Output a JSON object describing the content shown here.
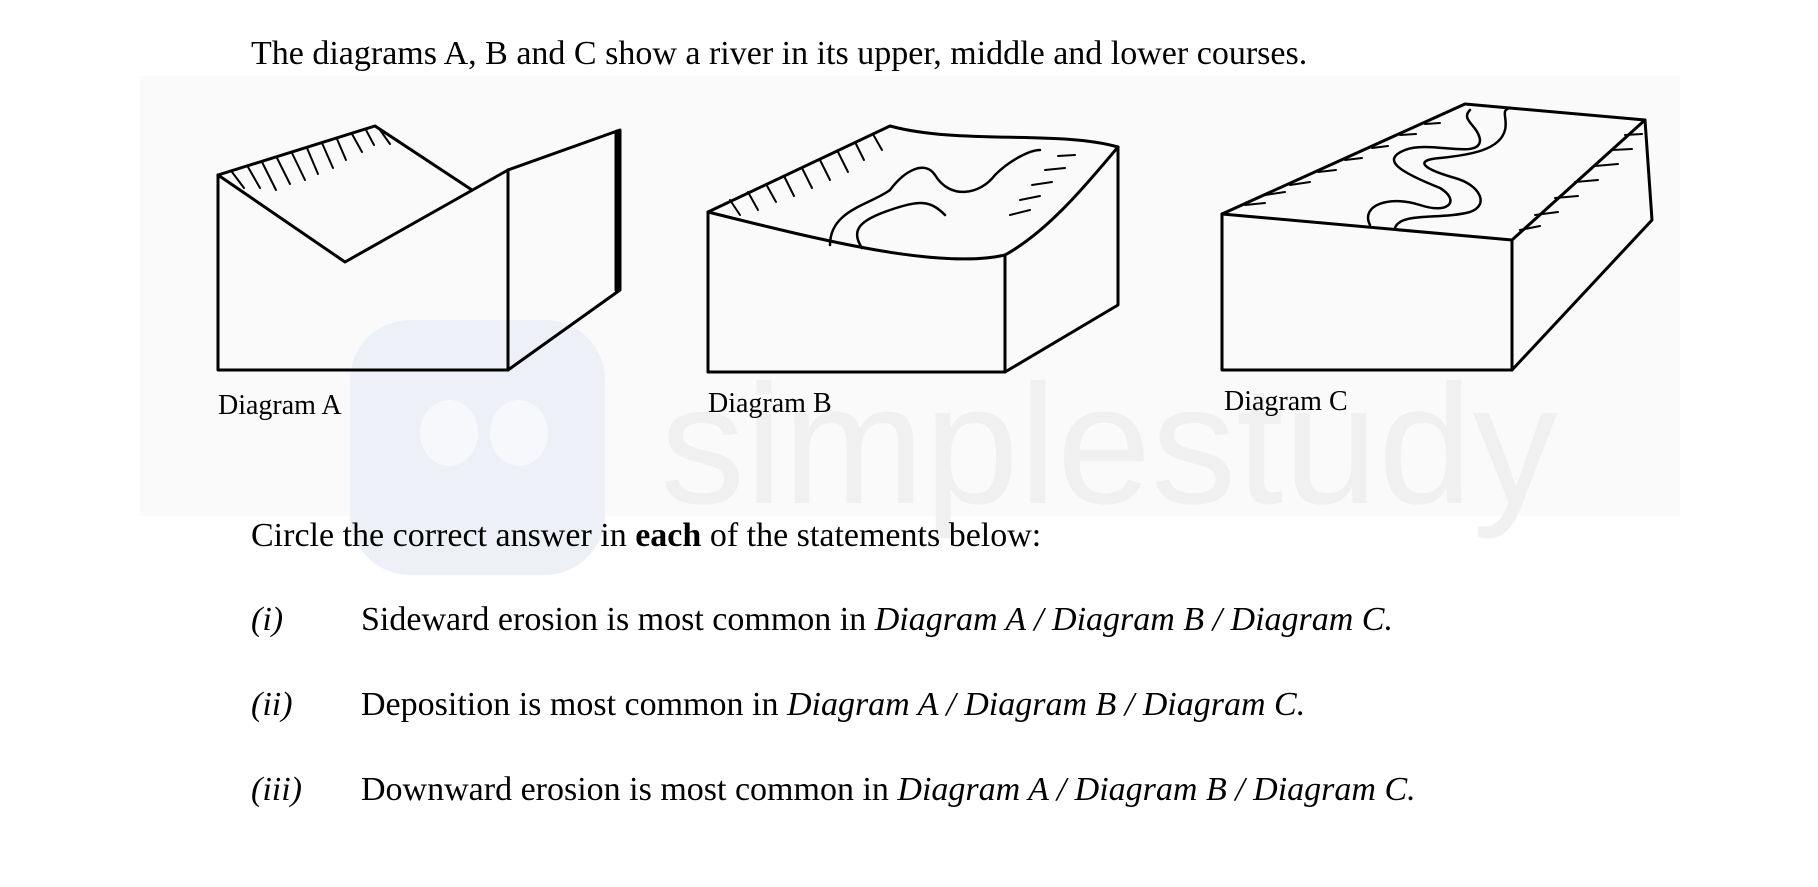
{
  "intro": "The diagrams A, B and C show a river in its upper, middle and lower courses.",
  "watermark": {
    "text": "simplestudy"
  },
  "diagrams": [
    {
      "label": "Diagram A"
    },
    {
      "label": "Diagram B"
    },
    {
      "label": "Diagram C"
    }
  ],
  "instruction": {
    "before": "Circle the correct answer in ",
    "bold": "each",
    "after": " of the statements below:"
  },
  "questions": [
    {
      "num": "(i)",
      "text": "Sideward erosion is most common in ",
      "options": "Diagram A / Diagram B / Diagram C."
    },
    {
      "num": "(ii)",
      "text": "Deposition is most common in ",
      "options": "Diagram A / Diagram B / Diagram C."
    },
    {
      "num": "(iii)",
      "text": "Downward erosion is most common in ",
      "options": "Diagram A / Diagram B / Diagram C."
    }
  ]
}
